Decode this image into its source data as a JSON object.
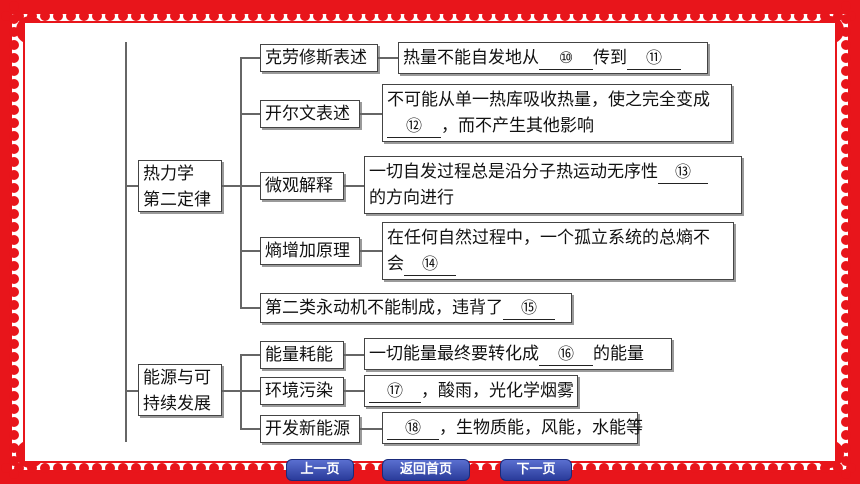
{
  "colors": {
    "frame_red": "#e8151b",
    "nav_blue": "#3346b0"
  },
  "sections": [
    {
      "label_line1": "热力学",
      "label_line2": "第二定律",
      "items": [
        {
          "title": "克劳修斯表述",
          "desc_a": "热量不能自发地从",
          "blank1": "⑩",
          "desc_b": "传到",
          "blank2": "⑪"
        },
        {
          "title": "开尔文表述",
          "desc_line1": "不可能从单一热库吸收热量，使之完全变成",
          "blank": "⑫",
          "desc_line2": "，而不产生其他影响"
        },
        {
          "title": "微观解释",
          "desc_line1": "一切自发过程总是沿分子热运动无序性",
          "blank": "⑬",
          "desc_line2": "的方向进行"
        },
        {
          "title": "熵增加原理",
          "desc_line1": "在任何自然过程中，一个孤立系统的总熵不",
          "desc_line2_pre": "会",
          "blank": "⑭"
        },
        {
          "title": "第二类永动机不能制成，违背了",
          "blank": "⑮"
        }
      ]
    },
    {
      "label_line1": "能源与可",
      "label_line2": "持续发展",
      "items": [
        {
          "title": "能量耗能",
          "desc_a": "一切能量最终要转化成",
          "blank": "⑯",
          "desc_b": "的能量"
        },
        {
          "title": "环境污染",
          "blank": "⑰",
          "desc_b": "，酸雨，光化学烟雾"
        },
        {
          "title": "开发新能源",
          "blank": "⑱",
          "desc_b": "，生物质能，风能，水能等"
        }
      ]
    }
  ],
  "nav": {
    "prev": "上一页",
    "home": "返回首页",
    "next": "下一页"
  }
}
